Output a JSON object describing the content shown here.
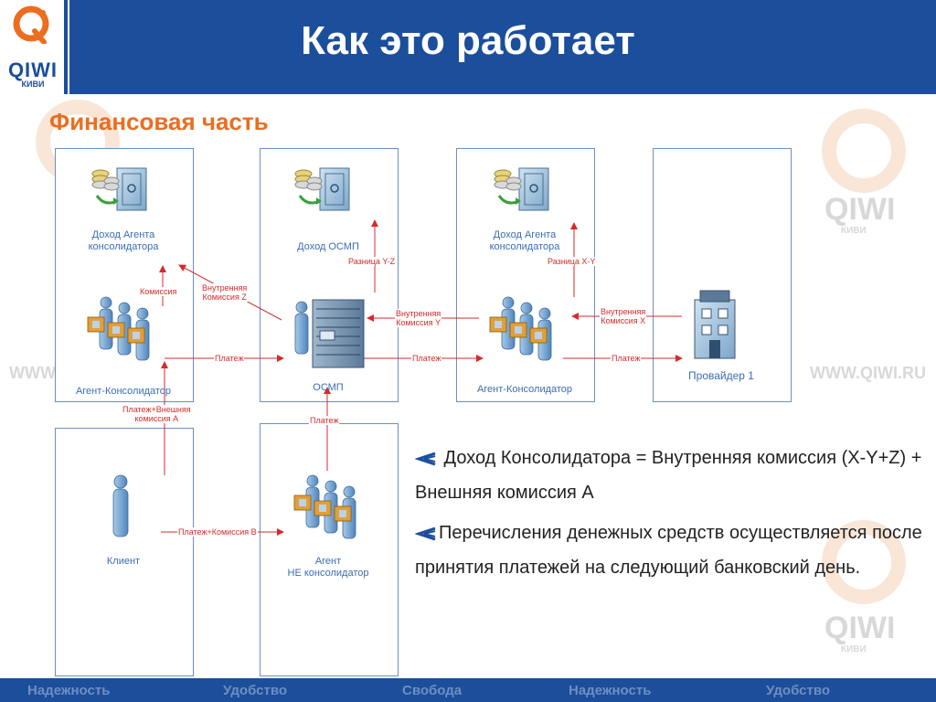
{
  "header": {
    "logo_text": "QIWI",
    "logo_sub": "КИВИ",
    "title": "Как это работает"
  },
  "subtitle": "Финансовая часть",
  "watermarks": {
    "brand": "QIWI",
    "brand_sub": "КИВИ",
    "url_left": "WWW.",
    "url_right": "WWW.QIWI.RU"
  },
  "diagram": {
    "panel1": {
      "top_label": "Доход Агента\nконсолидатора",
      "bottom_label": "Агент-Консолидатор"
    },
    "panel2": {
      "top_label": "Доход ОСМП",
      "bottom_label": "ОСМП"
    },
    "panel3": {
      "top_label": "Доход Агента\nконсолидатора",
      "bottom_label": "Агент-Консолидатор"
    },
    "panel4": {
      "bottom_label": "Провайдер 1"
    },
    "panel5": {
      "bottom_label": "Клиент"
    },
    "panel6": {
      "bottom_label": "Агент\nНЕ консолидатор"
    },
    "arrows": {
      "commission": "Комиссия",
      "internal_z": "Внутренняя\nКомиссия Z",
      "payment_1": "Платеж",
      "payment_2": "Платеж",
      "payment_3": "Платеж",
      "payment_4": "Платеж",
      "diff_yz": "Разница Y-Z",
      "internal_y": "Внутренняя\nКомиссия Y",
      "diff_xy": "Разница X-Y",
      "internal_x": "Внутренняя\nКомиссия X",
      "payment_plus_ext": "Платеж+Внешняя\nкомиссия А",
      "payment_plus_b": "Платеж+Комиссия В"
    }
  },
  "bullets": [
    " Доход Консолидатора = Внутренняя комиссия (X-Y+Z) + Внешняя комиссия А",
    "Перечисления  денежных средств осуществляется после принятия платежей на следующий банковский день."
  ],
  "footer": [
    "Надежность",
    "Удобство",
    "Свобода",
    "Надежность",
    "Удобство"
  ],
  "colors": {
    "brand_blue": "#1b4e9b",
    "accent_orange": "#ec6d1f",
    "arrow_red": "#d52b2b",
    "label_blue": "#3b6cb5"
  }
}
